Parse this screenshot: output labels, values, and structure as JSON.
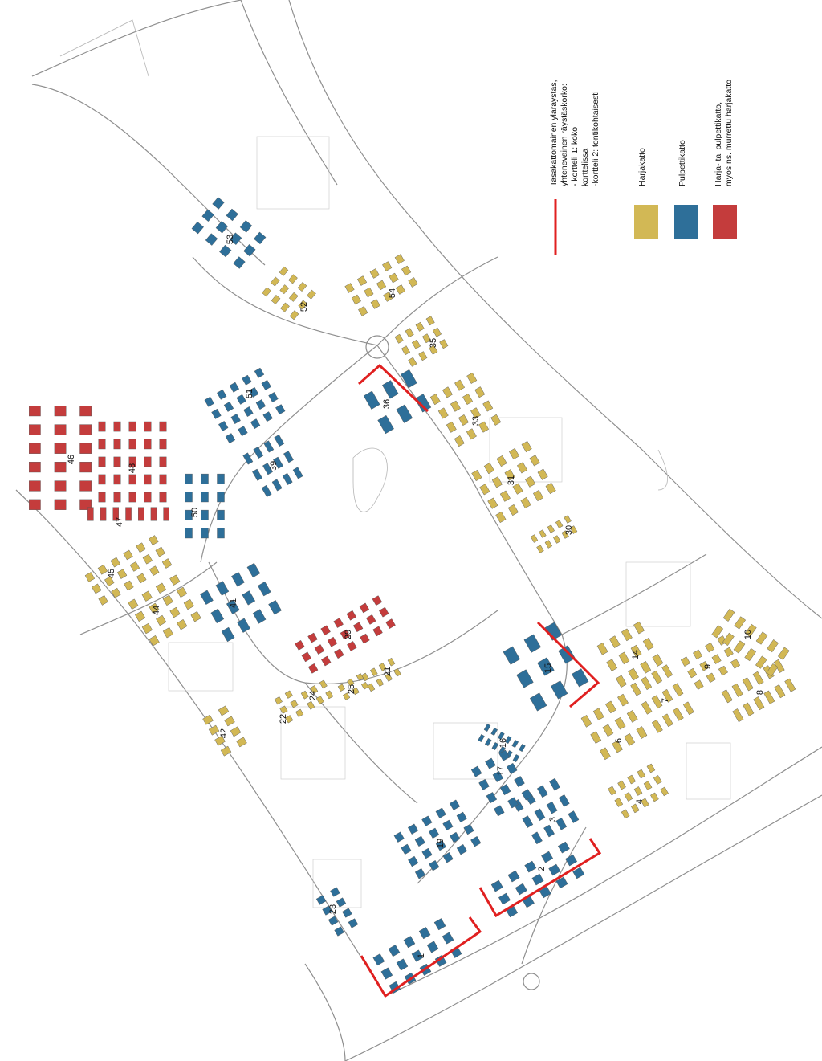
{
  "legend": {
    "line_item": {
      "lines": [
        "Tasakattomainen yläräystäs,",
        "yhtenevainen räystäskorko:",
        "- kortteli 1: koko",
        "korttelissa",
        "-kortteli 2: tontikohtaisesti"
      ],
      "color": "#e02020"
    },
    "swatches": [
      {
        "lines": [
          "Harjakatto"
        ],
        "color": "#d2b855"
      },
      {
        "lines": [
          "Pulpettikatto"
        ],
        "color": "#2e6f99"
      },
      {
        "lines": [
          "Harja- tai pulpettikatto,",
          "myös ns. murrettu harjakatto"
        ],
        "color": "#c43c3c"
      }
    ]
  },
  "roof_colors": {
    "harjakatto": "#d2b855",
    "pulpettikatto": "#2e6f99",
    "harja_tai_pulpetti": "#c43c3c",
    "eaves_line": "#e02020"
  },
  "blocks": [
    {
      "label": "1",
      "roof": "pulpettikatto"
    },
    {
      "label": "2",
      "roof": "pulpettikatto"
    },
    {
      "label": "3",
      "roof": "pulpettikatto"
    },
    {
      "label": "4",
      "roof": "harjakatto"
    },
    {
      "label": "6",
      "roof": "harjakatto"
    },
    {
      "label": "7",
      "roof": "harjakatto"
    },
    {
      "label": "8",
      "roof": "harjakatto"
    },
    {
      "label": "9",
      "roof": "harjakatto"
    },
    {
      "label": "10",
      "roof": "harjakatto"
    },
    {
      "label": "14",
      "roof": "harjakatto"
    },
    {
      "label": "15",
      "roof": "pulpettikatto"
    },
    {
      "label": "16",
      "roof": "pulpettikatto"
    },
    {
      "label": "17",
      "roof": "pulpettikatto"
    },
    {
      "label": "19",
      "roof": "pulpettikatto"
    },
    {
      "label": "21",
      "roof": "harjakatto"
    },
    {
      "label": "22",
      "roof": "harjakatto"
    },
    {
      "label": "23",
      "roof": "pulpettikatto"
    },
    {
      "label": "24",
      "roof": "harjakatto"
    },
    {
      "label": "25",
      "roof": "harjakatto"
    },
    {
      "label": "29",
      "roof": "harja_tai_pulpetti"
    },
    {
      "label": "30",
      "roof": "harjakatto"
    },
    {
      "label": "31",
      "roof": "harjakatto"
    },
    {
      "label": "33",
      "roof": "harjakatto"
    },
    {
      "label": "35",
      "roof": "harjakatto"
    },
    {
      "label": "36",
      "roof": "pulpettikatto"
    },
    {
      "label": "39",
      "roof": "pulpettikatto"
    },
    {
      "label": "41",
      "roof": "pulpettikatto"
    },
    {
      "label": "42",
      "roof": "harjakatto"
    },
    {
      "label": "44",
      "roof": "harjakatto"
    },
    {
      "label": "45",
      "roof": "harjakatto"
    },
    {
      "label": "46",
      "roof": "harja_tai_pulpetti"
    },
    {
      "label": "47",
      "roof": "harja_tai_pulpetti"
    },
    {
      "label": "48",
      "roof": "harja_tai_pulpetti"
    },
    {
      "label": "50",
      "roof": "pulpettikatto"
    },
    {
      "label": "51",
      "roof": "pulpettikatto"
    },
    {
      "label": "52",
      "roof": "harjakatto"
    },
    {
      "label": "53",
      "roof": "pulpettikatto"
    },
    {
      "label": "54",
      "roof": "harjakatto"
    }
  ]
}
